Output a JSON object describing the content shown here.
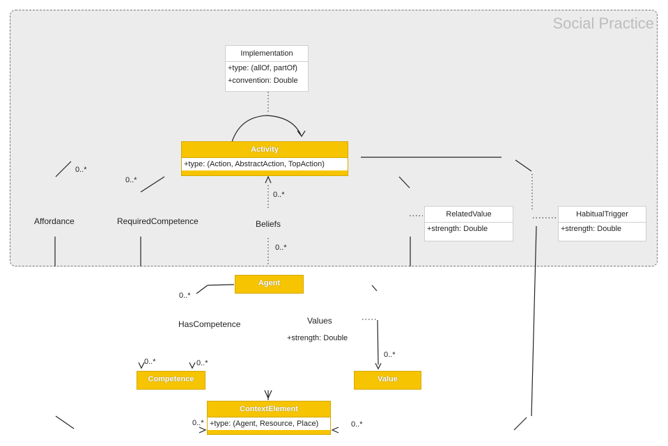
{
  "package": {
    "title": "Social Practice"
  },
  "classes": {
    "implementation": {
      "name": "Implementation",
      "attrs": [
        "+type: (allOf, partOf)",
        "+convention: Double"
      ]
    },
    "activity": {
      "name": "Activity",
      "attrs": [
        "+type: (Action, AbstractAction, TopAction)"
      ]
    },
    "related_value": {
      "name": "RelatedValue",
      "attrs": [
        "+strength: Double"
      ]
    },
    "habitual_trigger": {
      "name": "HabitualTrigger",
      "attrs": [
        "+strength: Double"
      ]
    },
    "agent": {
      "name": "Agent"
    },
    "competence": {
      "name": "Competence"
    },
    "value": {
      "name": "Value"
    },
    "context_element": {
      "name": "ContextElement",
      "attrs": [
        "+type: (Agent, Resource, Place)"
      ]
    }
  },
  "labels": {
    "affordance": "Affordance",
    "required_competence": "RequiredCompetence",
    "beliefs": "Beliefs",
    "has_competence": "HasCompetence",
    "values": "Values",
    "values_attr": "+strength: Double"
  },
  "multiplicities": [
    "0..*",
    "0..*",
    "0..*",
    "0..*",
    "0..*",
    "0..*",
    "0..*",
    "0..*",
    "0..*",
    "0..*"
  ],
  "colors": {
    "class_fill": "#f6c400",
    "package_fill": "#ececec",
    "package_border": "#777777"
  }
}
